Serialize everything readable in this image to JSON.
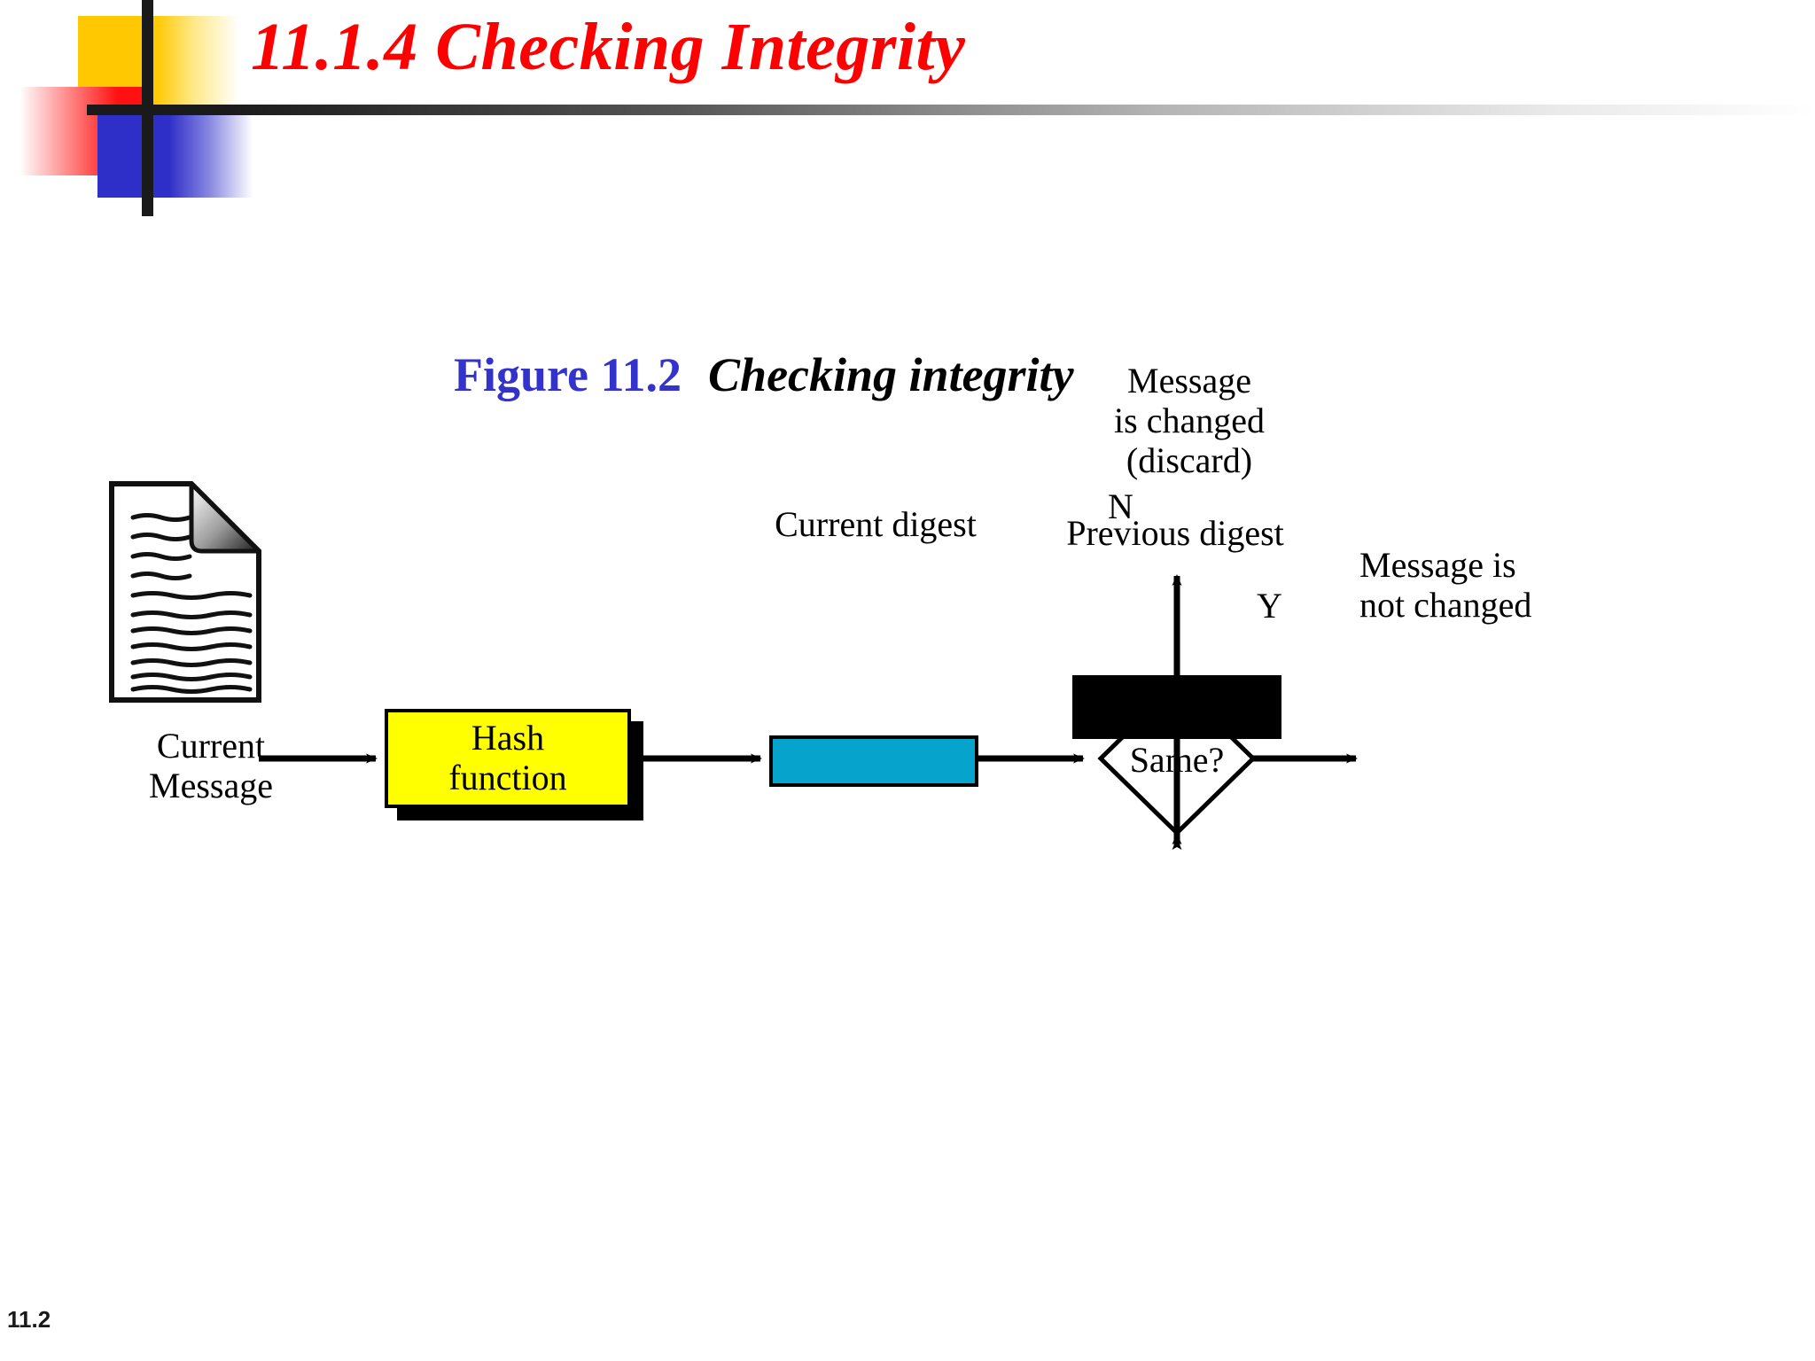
{
  "slide": {
    "title": "11.1.4  Checking Integrity",
    "page_number": "11.2",
    "title_color": "#FF0000"
  },
  "figure": {
    "number": "Figure 11.2",
    "number_color": "#3333CC",
    "caption": "Checking integrity"
  },
  "diagram": {
    "type": "flowchart",
    "nodes": {
      "current_message": "Current\nMessage",
      "hash_function": "Hash\nfunction",
      "current_digest": "Current digest",
      "decision": "Same?",
      "previous_digest": "Previous digest",
      "message_changed": "Message\nis changed\n(discard)",
      "message_not_changed": "Message is\nnot changed"
    },
    "edge_labels": {
      "no": "N",
      "yes": "Y"
    },
    "colors": {
      "hash_box_fill": "#FFFF00",
      "current_digest_fill": "#06A3CC",
      "previous_digest_fill": "#000000",
      "stroke": "#000000"
    }
  }
}
